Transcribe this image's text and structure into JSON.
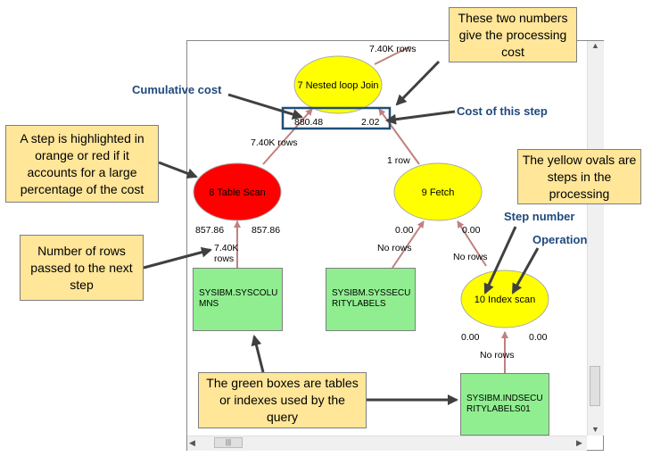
{
  "nodes": {
    "nested_loop": "7 Nested loop Join",
    "table_scan": "8 Table Scan",
    "fetch": "9 Fetch",
    "index_scan": "10 Index scan"
  },
  "tables": {
    "syscolumns": "SYSIBM.SYSCOLUMNS",
    "syssecurity": "SYSIBM.SYSSECURITYLABELS",
    "indsecurity": "SYSIBM.INDSECURITYLABELS01"
  },
  "values": {
    "top_rows": "7.40K rows",
    "cum_cost": "880.48",
    "step_cost": "2.02",
    "scan_out_rows": "7.40K rows",
    "fetch_out_rows": "1 row",
    "scan_cost_left": "857.86",
    "scan_cost_right": "857.86",
    "scan_in_rows_1": "7.40K",
    "scan_in_rows_2": "rows",
    "fetch_cost_left": "0.00",
    "fetch_cost_right": "0.00",
    "fetch_in_rows": "No rows",
    "fetch_idx_rows": "No rows",
    "index_cost_left": "0.00",
    "index_cost_right": "0.00",
    "index_in_rows": "No rows"
  },
  "callouts": {
    "two_numbers": "These two numbers give the processing cost",
    "highlight": "A step is highlighted in orange or red if it accounts for a large percentage of the cost",
    "rows_passed": "Number of rows passed to the next step",
    "yellow_ovals": "The yellow ovals are steps in the processing",
    "green_boxes": "The green boxes are tables or indexes used by the query"
  },
  "labels": {
    "cumulative_cost": "Cumulative cost",
    "cost_of_step": "Cost of this step",
    "step_number": "Step number",
    "operation": "Operation"
  },
  "colors": {
    "oval_yellow": "#ffff00",
    "oval_red": "#ff0000",
    "table_green": "#90ee90",
    "callout_fill": "#ffe699",
    "edge": "#c08080",
    "pointer": "#404040",
    "label_blue": "#1f497d"
  }
}
